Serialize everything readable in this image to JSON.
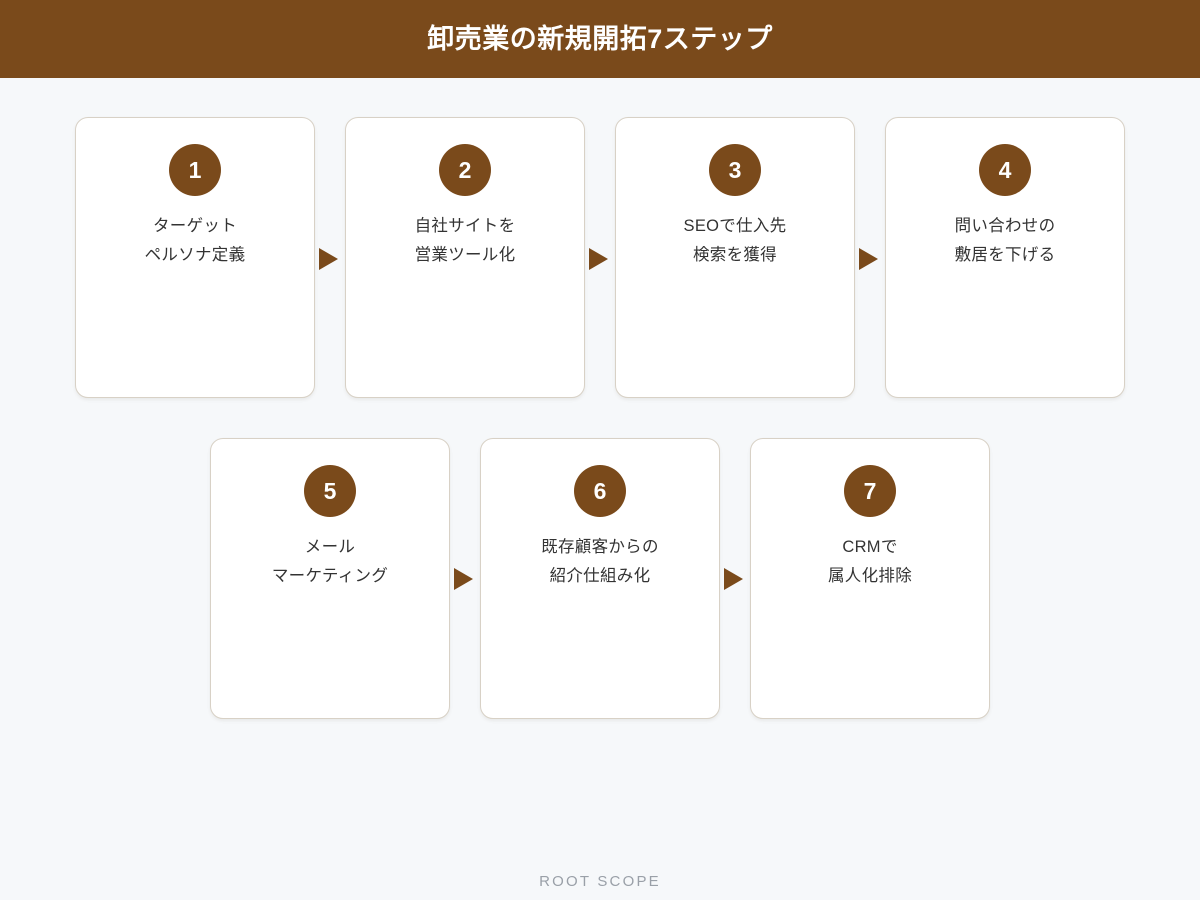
{
  "header": {
    "title": "卸売業の新規開拓7ステップ",
    "background_color": "#7a4a1b",
    "text_color": "#ffffff"
  },
  "theme": {
    "page_background": "#f6f8fa",
    "accent_brown": "#7a4a1b",
    "card_background": "#ffffff",
    "card_border": "#d8d1c6",
    "body_text": "#333333",
    "footer_text": "#9aa0a8"
  },
  "flow": {
    "arrow_glyph": "right-triangle",
    "rows": [
      {
        "step_indexes": [
          0,
          1,
          2,
          3
        ]
      },
      {
        "step_indexes": [
          4,
          5,
          6
        ]
      }
    ],
    "steps": [
      {
        "number": "1",
        "label": "ターゲット\nペルソナ定義"
      },
      {
        "number": "2",
        "label": "自社サイトを\n営業ツール化"
      },
      {
        "number": "3",
        "label": "SEOで仕入先\n検索を獲得"
      },
      {
        "number": "4",
        "label": "問い合わせの\n敷居を下げる"
      },
      {
        "number": "5",
        "label": "メール\nマーケティング"
      },
      {
        "number": "6",
        "label": "既存顧客からの\n紹介仕組み化"
      },
      {
        "number": "7",
        "label": "CRMで\n属人化排除"
      }
    ]
  },
  "footer": {
    "brand": "ROOT SCOPE"
  }
}
